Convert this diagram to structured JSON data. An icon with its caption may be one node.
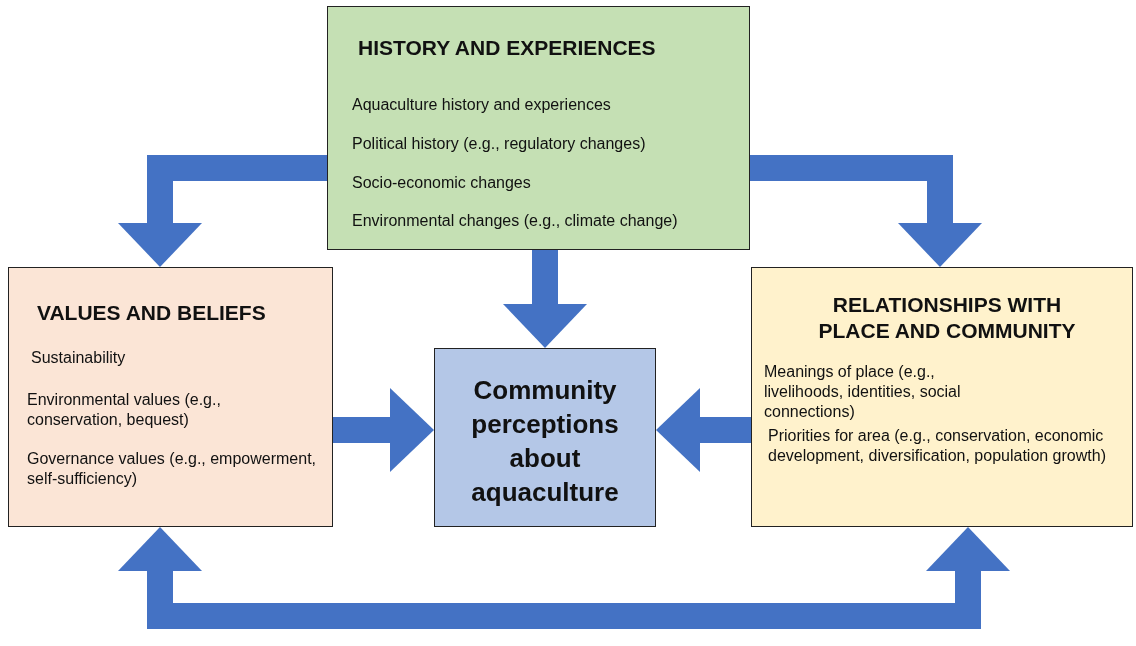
{
  "diagram": {
    "nodes": [
      {
        "text": [
          "HISTORY AND EXPERIENCES",
          "Aquaculture history and experiences",
          "Political history (e.g., regulatory changes)",
          "Socio-economic changes",
          "Environmental changes (e.g., climate change)"
        ]
      },
      {
        "text": [
          "VALUES AND BELIEFS",
          "Sustainability",
          "Environmental values (e.g., conservation, bequest)",
          "Governance values (e.g., empowerment, self-sufficiency)"
        ]
      },
      {
        "text": [
          "Community perceptions about aquaculture"
        ]
      },
      {
        "text": [
          "RELATIONSHIPS WITH PLACE AND COMMUNITY",
          "Meanings of place (e.g., livelihoods, identities, social connections)",
          "Priorities for area (e.g., conservation, economic development, diversification, population growth)"
        ]
      }
    ],
    "edges": [
      {
        "from": 0,
        "to": 1,
        "arrow": "to"
      },
      {
        "from": 0,
        "to": 2,
        "arrow": "to"
      },
      {
        "from": 0,
        "to": 3,
        "arrow": "to"
      },
      {
        "from": 1,
        "to": 2,
        "arrow": "to"
      },
      {
        "from": 3,
        "to": 2,
        "arrow": "to"
      },
      {
        "from": 1,
        "to": 3,
        "arrow": "both"
      }
    ]
  }
}
